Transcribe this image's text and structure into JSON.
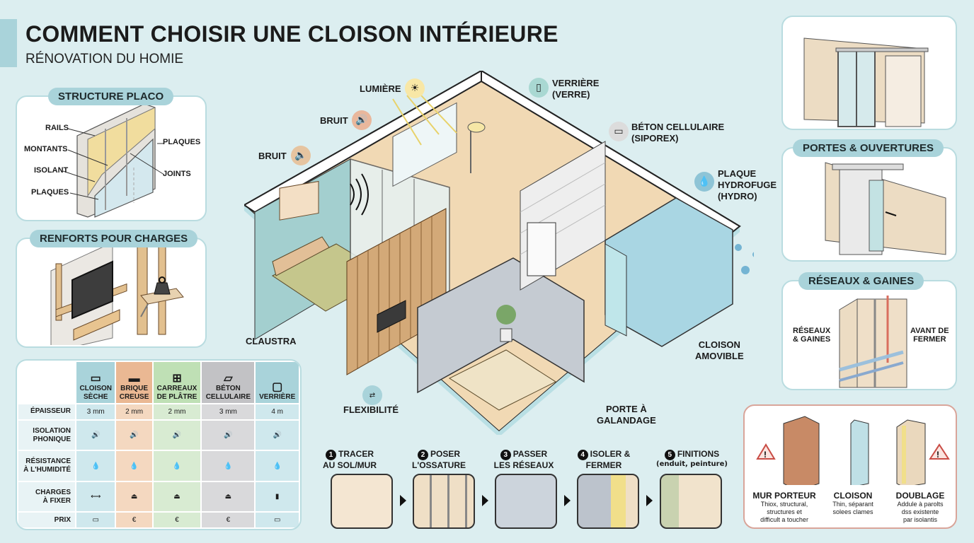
{
  "header": {
    "title": "COMMENT CHOISIR UNE CLOISON INTÉRIEURE",
    "subtitle": "RÉNOVATION DU HOMIE"
  },
  "structure_placo": {
    "title": "STRUCTURE PLACO",
    "labels_left": [
      "RAILS",
      "MONTANTS",
      "ISOLANT",
      "PLAQUES"
    ],
    "labels_right": [
      "PLAQUES",
      "JOINTS"
    ]
  },
  "renforts": {
    "title": "RENFORTS POUR CHARGES"
  },
  "main_callouts": {
    "lumiere": "LUMIÈRE",
    "bruit_1": "BRUIT",
    "bruit_2": "BRUIT",
    "verriere": [
      "VERRIÈRE",
      "(VERRE)"
    ],
    "beton": [
      "BÉTON CELLULAIRE",
      "(SIPOREX)"
    ],
    "plaque": [
      "PLAQUE",
      "HYDROFUGE",
      "(HYDRO)"
    ],
    "claustra": "CLAUSTRA",
    "flexibilite": "FLEXIBILITÉ",
    "porte_galandage": [
      "PORTE À",
      "GALANDAGE"
    ],
    "cloison_amovible": [
      "CLOISON",
      "AMOVIBLE"
    ]
  },
  "comparison_table": {
    "columns": [
      {
        "name": [
          "CLOISON",
          "SÈCHE"
        ],
        "icon": "plank-icon"
      },
      {
        "name": [
          "BRIQUE",
          "CREUSE"
        ],
        "icon": "brick-icon"
      },
      {
        "name": [
          "CARREAUX",
          "DE PLÂTRE"
        ],
        "icon": "grid-icon"
      },
      {
        "name": [
          "BÉTON",
          "CELLULAIRE"
        ],
        "icon": "block-icon"
      },
      {
        "name": [
          "VERRIÈRE",
          ""
        ],
        "icon": "glass-icon"
      }
    ],
    "rows": [
      {
        "label": [
          "ÉPAISSEUR",
          ""
        ],
        "values": [
          "3 mm",
          "2 mm",
          "2 mm",
          "3 mm",
          "4 m"
        ]
      },
      {
        "label": [
          "ISOLATION",
          "PHONIQUE"
        ],
        "values": [
          "🔊",
          "🔊",
          "🔊",
          "🔊",
          "🔊"
        ]
      },
      {
        "label": [
          "RÉSISTANCE",
          "À L'HUMIDITÉ"
        ],
        "values": [
          "💧",
          "💧",
          "💧",
          "💧",
          "💧"
        ]
      },
      {
        "label": [
          "CHARGES",
          "À FIXER"
        ],
        "values": [
          "⟷",
          "⏏",
          "⏏",
          "⏏",
          "▮"
        ]
      },
      {
        "label": [
          "PRIX",
          ""
        ],
        "values": [
          "▭",
          "€",
          "€",
          "€",
          "▭"
        ]
      }
    ]
  },
  "steps": [
    {
      "num": "1",
      "title": [
        "TRACER",
        "AU SOL/MUR"
      ],
      "sub": ""
    },
    {
      "num": "2",
      "title": [
        "POSER",
        "L'OSSATURE"
      ],
      "sub": ""
    },
    {
      "num": "3",
      "title": [
        "PASSER",
        "LES RÉSEAUX"
      ],
      "sub": ""
    },
    {
      "num": "4",
      "title": [
        "ISOLER &",
        "FERMER"
      ],
      "sub": ""
    },
    {
      "num": "5",
      "title": [
        "FINITIONS",
        ""
      ],
      "sub": "(enduit, peinture)"
    }
  ],
  "right_panels": {
    "portes": {
      "title": "PORTES & OUVERTURES"
    },
    "reseaux": {
      "title": "RÉSEAUX & GAINES",
      "left_label": [
        "RÉSEAUX",
        "& GAINES"
      ],
      "right_label": [
        "AVANT DE",
        "FERMER"
      ]
    }
  },
  "wall_types": [
    {
      "title": "MUR PORTEUR",
      "desc": [
        "Thiox, structural,",
        "structures et",
        "difficult a toucher"
      ],
      "color": "#c88a66"
    },
    {
      "title": "CLOISON",
      "desc": [
        "Thin, séparant",
        "solees clames",
        ""
      ],
      "color": "#bfe0e6"
    },
    {
      "title": "DOUBLAGE",
      "desc": [
        "Addule à parolts",
        "dss existente",
        "par isolantis"
      ],
      "color": "#ead8bd"
    }
  ],
  "colors": {
    "background": "#dceef0",
    "accent": "#a9d3da",
    "warning": "#d9534f"
  }
}
